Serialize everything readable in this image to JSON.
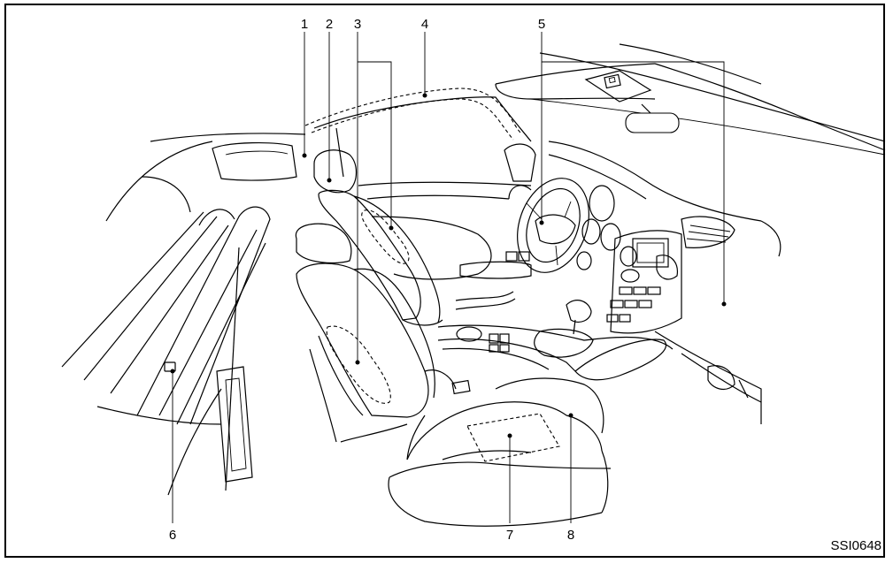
{
  "figure": {
    "reference_code": "SSI0648",
    "callouts": [
      "1",
      "2",
      "3",
      "4",
      "5",
      "6",
      "7",
      "8"
    ]
  }
}
